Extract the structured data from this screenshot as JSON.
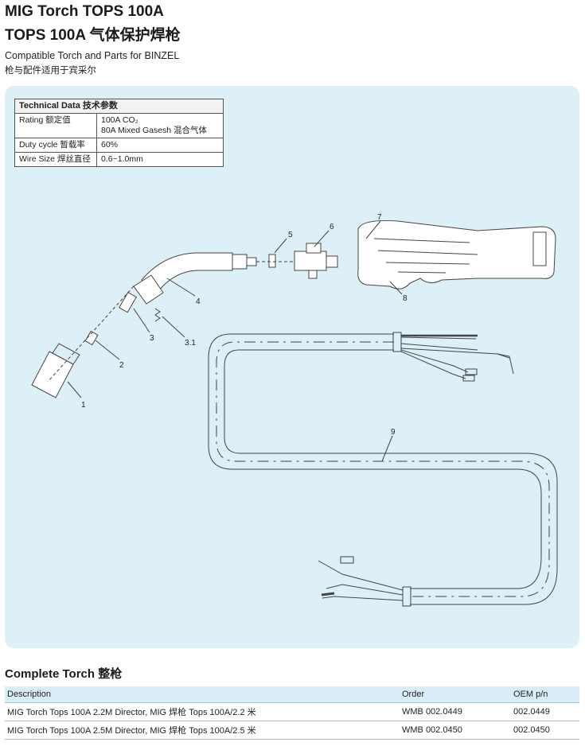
{
  "header": {
    "title_line1": "MIG Torch TOPS 100A",
    "title_line2": "TOPS 100A 气体保护焊枪",
    "subtitle_en": "Compatible Torch and Parts for BINZEL",
    "subtitle_cn": "枪与配件适用于宾采尔"
  },
  "tech_data": {
    "heading": "Technical Data 技术参数",
    "rows": [
      {
        "label": "Rating 额定值",
        "value_line1": "100A CO₂",
        "value_line2": "80A Mixed Gasesh 混合气体"
      },
      {
        "label": "Duty cycle 暂载率",
        "value_line1": "60%"
      },
      {
        "label": "Wire Size 焊丝直径",
        "value_line1": "0.6~1.0mm"
      }
    ]
  },
  "diagram": {
    "labels": [
      "1",
      "2",
      "3",
      "3.1",
      "4",
      "5",
      "6",
      "7",
      "8",
      "9"
    ]
  },
  "complete_torch": {
    "heading": "Complete Torch 整枪",
    "columns": {
      "description": "Description",
      "order": "Order",
      "oem": "OEM p/n"
    },
    "rows": [
      {
        "description": "MIG Torch Tops 100A 2.2M Director, MIG 焊枪 Tops 100A/2.2 米",
        "order": "WMB 002.0449",
        "oem": "002.0449"
      },
      {
        "description": "MIG Torch Tops 100A 2.5M Director, MIG 焊枪 Tops 100A/2.5 米",
        "order": "WMB 002.0450",
        "oem": "002.0450"
      }
    ]
  }
}
